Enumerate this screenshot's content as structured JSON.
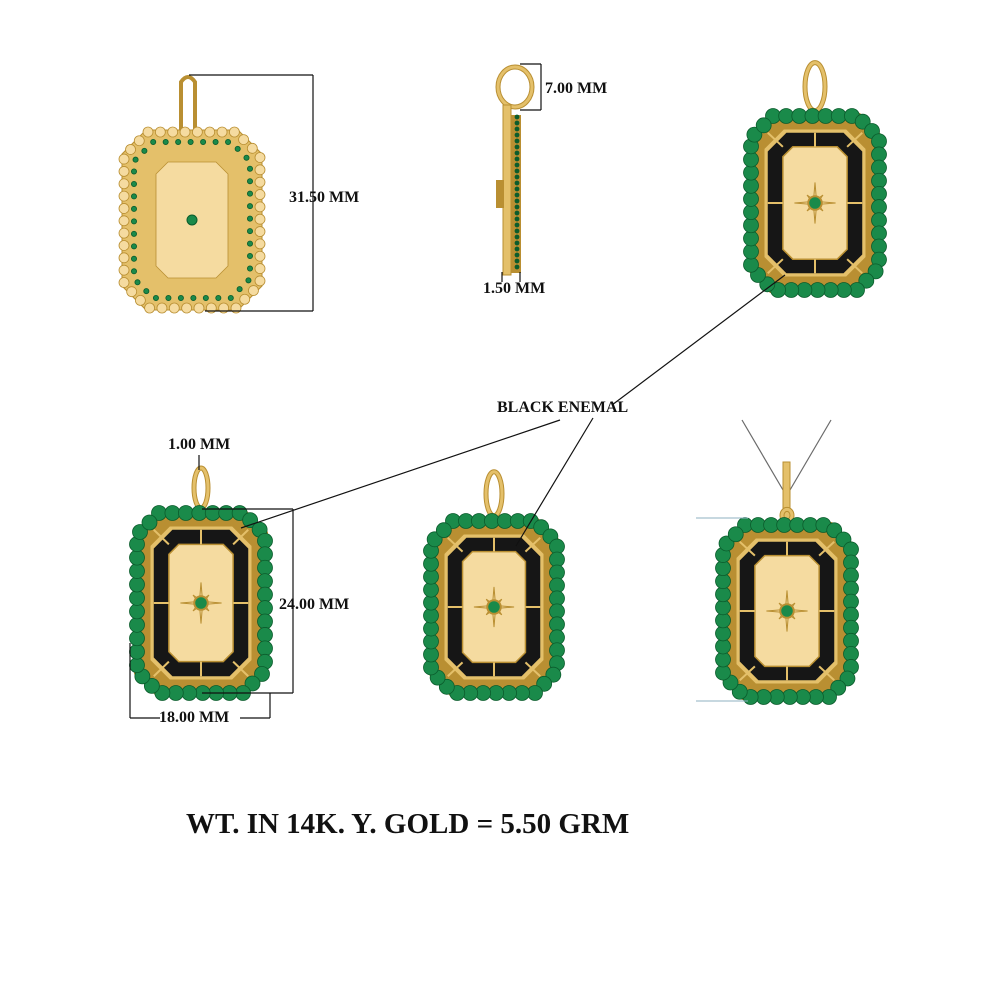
{
  "labels": {
    "height_back": "31.50 MM",
    "bail_height": "7.00 MM",
    "thickness": "1.50 MM",
    "bail_width": "1.00 MM",
    "body_height": "24.00 MM",
    "width": "18.00 MM",
    "enamel_note": "BLACK ENEMAL"
  },
  "weight_note": "WT. IN 14K. Y. GOLD = 5.50 GRM",
  "colors": {
    "gold": "#e4c06a",
    "gold_light": "#f5dba0",
    "gold_dark": "#b98f32",
    "emerald": "#1a8a4a",
    "emerald_dark": "#0b5c2c",
    "enamel": "#161616",
    "line": "#111111",
    "chain": "#6a6a6a",
    "guide": "#8fb0c0"
  },
  "views": [
    "back-view",
    "side-view",
    "front-angled-view",
    "front-dimension-view",
    "front-tilted-view",
    "front-on-chain-view"
  ]
}
